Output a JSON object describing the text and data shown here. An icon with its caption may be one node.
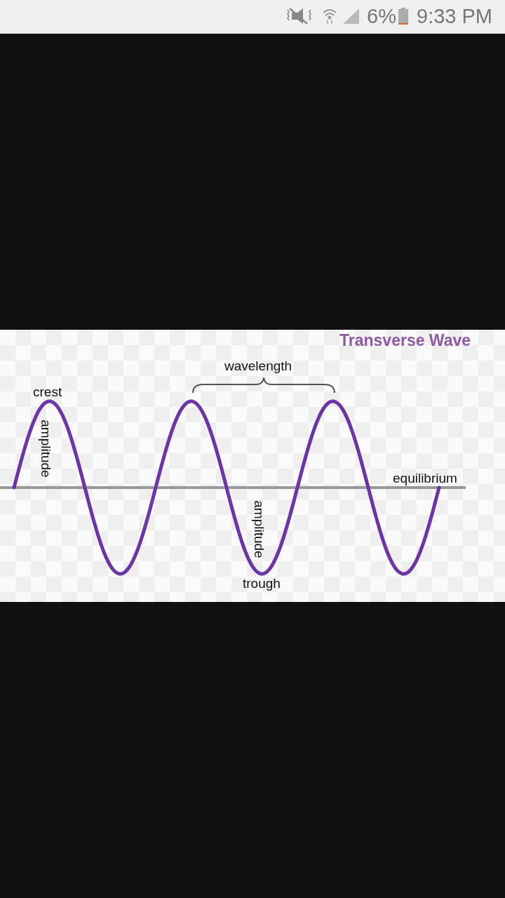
{
  "diagram": {
    "title": "Transverse Wave",
    "labels": [
      "6%",
      "9:33 PM",
      "wavelength",
      "crest",
      "amplitude",
      "equilibrium",
      "amplitude",
      "trough"
    ]
  }
}
